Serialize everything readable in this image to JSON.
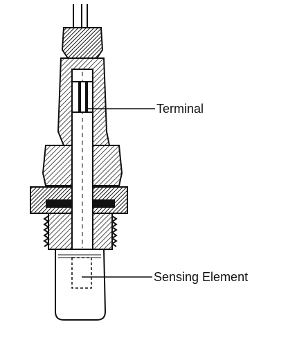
{
  "diagram": {
    "callouts": [
      {
        "id": "terminal",
        "label": "Terminal"
      },
      {
        "id": "sensing-element",
        "label": "Sensing Element"
      }
    ],
    "colors": {
      "ink": "#111111",
      "background": "#ffffff",
      "hatch": "#222222"
    }
  }
}
